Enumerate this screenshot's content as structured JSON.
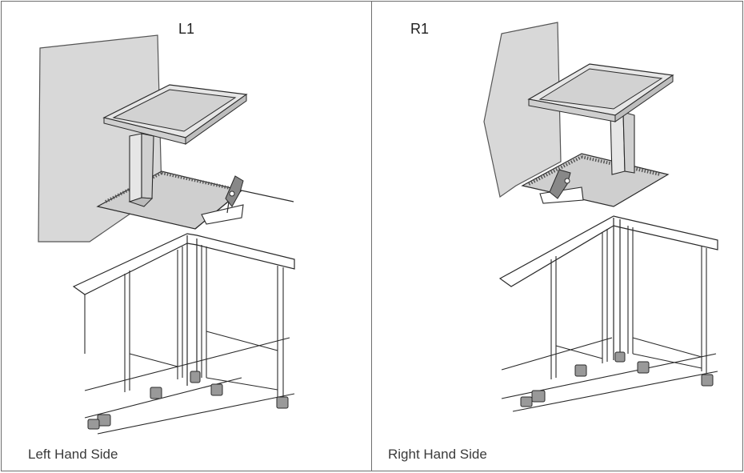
{
  "panels": [
    {
      "code": "L1",
      "caption": "Left Hand Side"
    },
    {
      "code": "R1",
      "caption": "Right Hand Side"
    }
  ],
  "colors": {
    "line": "#2a2a2a",
    "wall": "#d8d8d8",
    "plate": "#cfcfcf",
    "tray": "#e6e6e6",
    "border": "#6e6e6e"
  }
}
